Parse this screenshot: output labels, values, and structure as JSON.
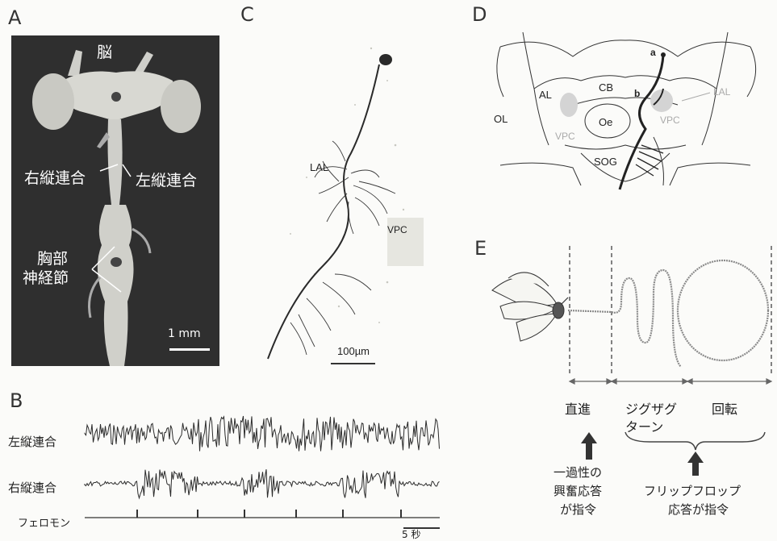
{
  "panels": {
    "a": "A",
    "b": "B",
    "c": "C",
    "d": "D",
    "e": "E"
  },
  "panel_a": {
    "brain_label": "脳",
    "right_connective": "右縦連合",
    "left_connective": "左縦連合",
    "thoracic_ganglion_line1": "胸部",
    "thoracic_ganglion_line2": "神経節",
    "scale_label": "1 mm"
  },
  "panel_b": {
    "trace1_label": "左縦連合",
    "trace2_label": "右縦連合",
    "stimulus_label": "フェロモン",
    "scale_label": "5 秒"
  },
  "panel_c": {
    "lal_label": "LAL",
    "vpc_label": "VPC",
    "scale_label": "100µm"
  },
  "panel_d": {
    "ol": "OL",
    "al": "AL",
    "cb": "CB",
    "oe": "Oe",
    "sog": "SOG",
    "vpc_left": "VPC",
    "vpc_right": "VPC",
    "lal": "LAL",
    "a": "a",
    "b": "b"
  },
  "panel_e": {
    "straight": "直進",
    "zigzag_line1": "ジグザグ",
    "zigzag_line2": "ターン",
    "rotation": "回転",
    "oneshot_line1": "一過性の",
    "oneshot_line2": "興奮応答",
    "oneshot_line3": "が指令",
    "flipflop_line1": "フリップフロップ",
    "flipflop_line2": "応答が指令"
  },
  "colors": {
    "photo_bg": "#2f2f2f",
    "trace": "#2b2b2b",
    "arrow_gray": "#777777"
  }
}
